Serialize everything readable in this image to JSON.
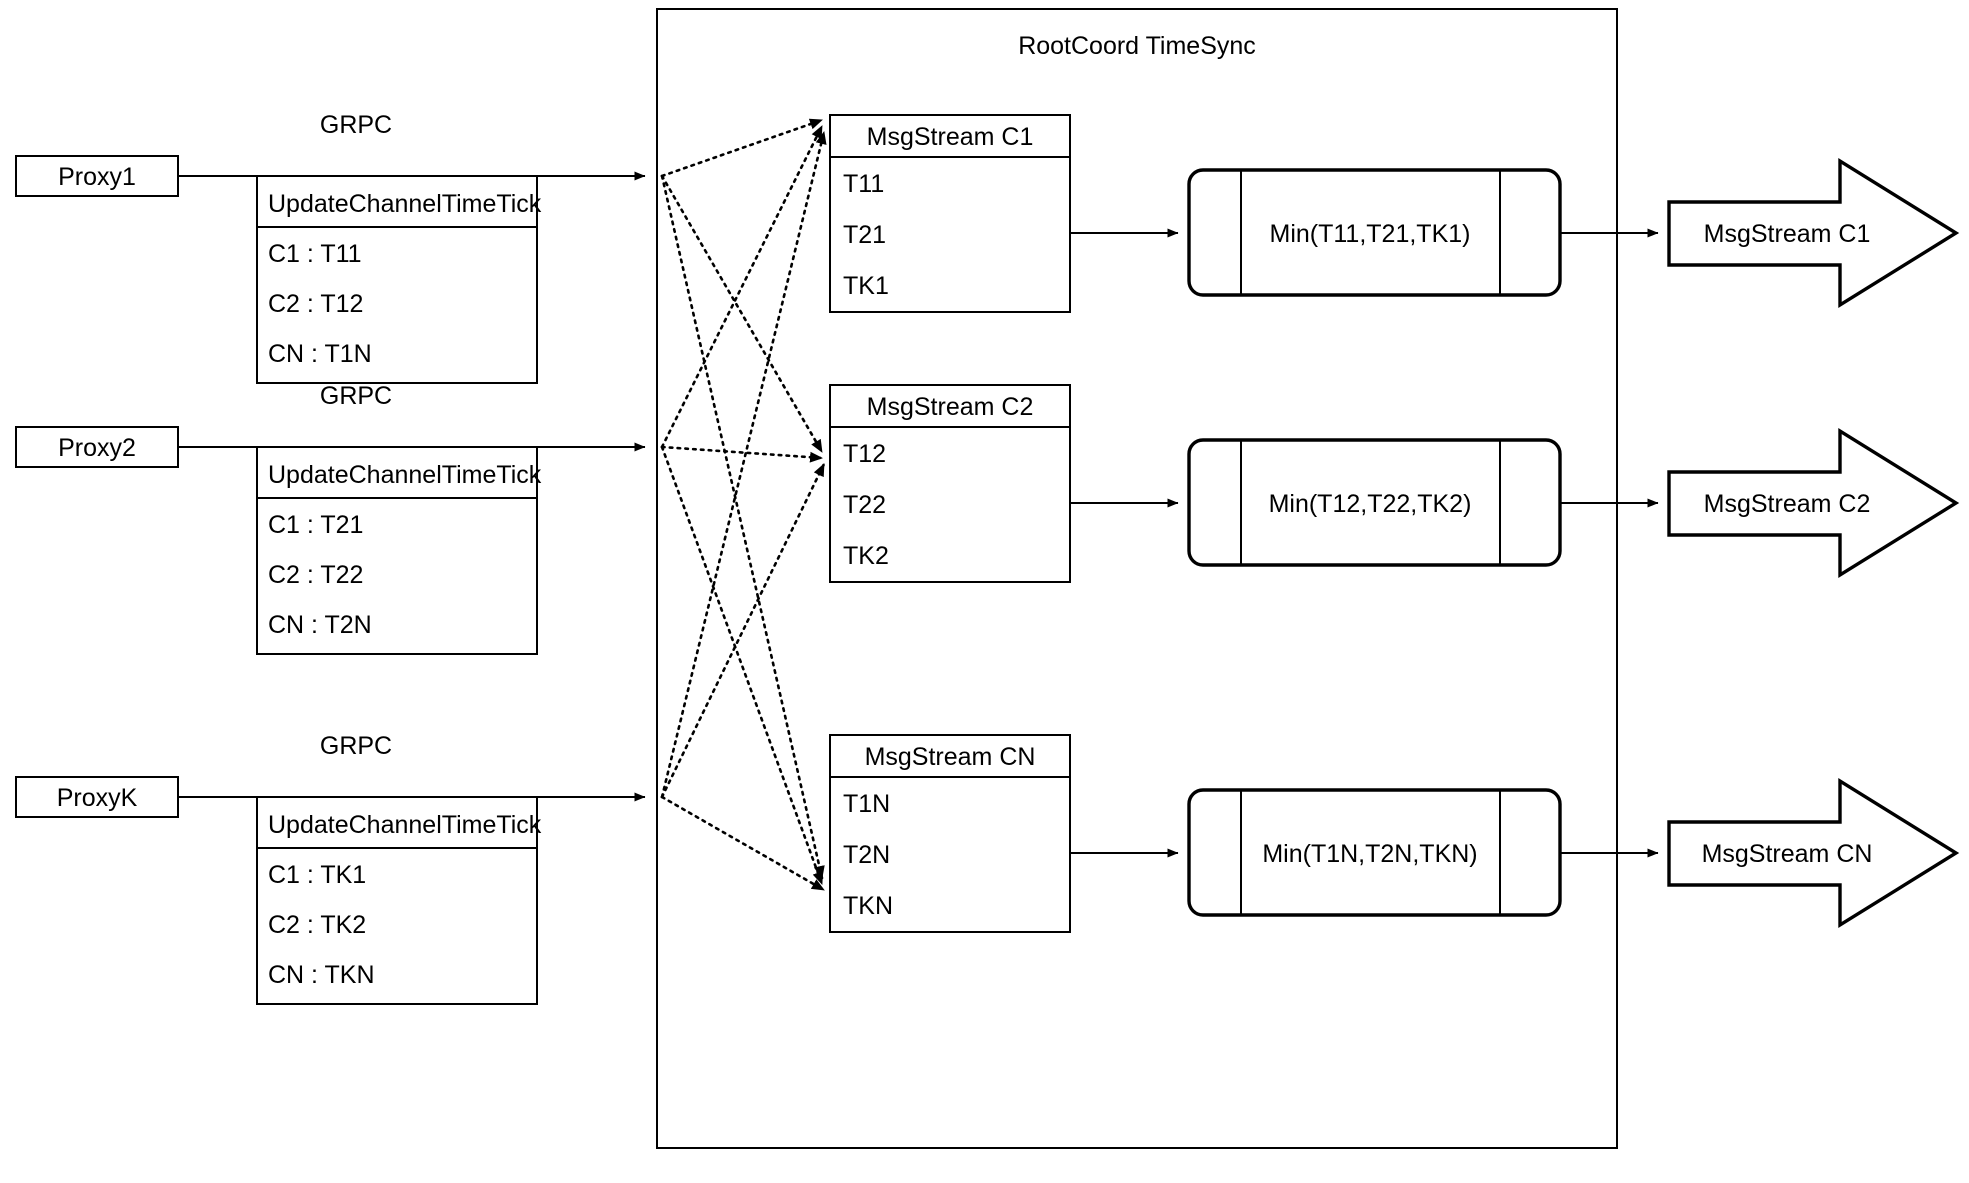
{
  "diagram": {
    "container_title": "RootCoord TimeSync",
    "link_label": "GRPC",
    "rows": [
      {
        "proxy": "Proxy1",
        "grpc": "GRPC",
        "request_header": "UpdateChannelTimeTick",
        "request_rows": [
          "C1 :  T11",
          "C2 :  T12",
          "CN : T1N"
        ],
        "stream_header": "MsgStream C1",
        "stream_rows": [
          "T11",
          "T21",
          "TK1"
        ],
        "min_label": "Min(T11,T21,TK1)",
        "output_label": "MsgStream C1"
      },
      {
        "proxy": "Proxy2",
        "grpc": "GRPC",
        "request_header": "UpdateChannelTimeTick",
        "request_rows": [
          "C1 :  T21",
          "C2 :  T22",
          "CN : T2N"
        ],
        "stream_header": "MsgStream C2",
        "stream_rows": [
          "T12",
          "T22",
          "TK2"
        ],
        "min_label": "Min(T12,T22,TK2)",
        "output_label": "MsgStream C2"
      },
      {
        "proxy": "ProxyK",
        "grpc": "GRPC",
        "request_header": "UpdateChannelTimeTick",
        "request_rows": [
          "C1 :  TK1",
          "C2 :  TK2",
          "CN : TKN"
        ],
        "stream_header": "MsgStream CN",
        "stream_rows": [
          "T1N",
          "T2N",
          "TKN"
        ],
        "min_label": "Min(T1N,T2N,TKN)",
        "output_label": "MsgStream CN"
      }
    ],
    "colors": {
      "stroke": "#000000",
      "fill": "#ffffff"
    }
  }
}
